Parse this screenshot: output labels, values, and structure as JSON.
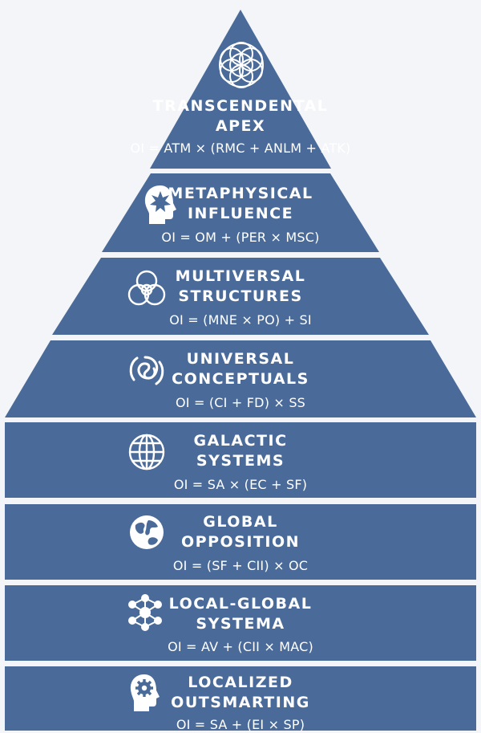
{
  "tiers": [
    {
      "title": [
        "TRANSCENDENTAL",
        "APEX"
      ],
      "formula": "OI = ATM × (RMC + ANLM + ATK)",
      "icon": "sacred-geometry-icon"
    },
    {
      "title": [
        "METAPHYSICAL",
        "INFLUENCE"
      ],
      "formula": "OI = OM + (PER × MSC)",
      "icon": "mind-burst-icon"
    },
    {
      "title": [
        "MULTIVERSAL",
        "STRUCTURES"
      ],
      "formula": "OI = (MNE × PO) + SI",
      "icon": "interlocking-circles-icon"
    },
    {
      "title": [
        "UNIVERSAL",
        "CONCEPTUALS"
      ],
      "formula": "OI = (CI + FD) × SS",
      "icon": "spiral-galaxy-icon"
    },
    {
      "title": [
        "GALACTIC",
        "SYSTEMS"
      ],
      "formula": "OI = SA × (EC + SF)",
      "icon": "globe-grid-icon"
    },
    {
      "title": [
        "GLOBAL",
        "OPPOSITION"
      ],
      "formula": "OI = (SF + CII) × OC",
      "icon": "earth-icon"
    },
    {
      "title": [
        "LOCAL-GLOBAL",
        "SYSTEMA"
      ],
      "formula": "OI = AV + (CII × MAC)",
      "icon": "network-nodes-icon"
    },
    {
      "title": [
        "LOCALIZED",
        "OUTSMARTING"
      ],
      "formula": "OI = SA + (EI × SP)",
      "icon": "head-gear-icon"
    }
  ],
  "colors": {
    "tier_fill": "#4a6b99",
    "background": "#f3f5f8",
    "text": "#ffffff"
  }
}
